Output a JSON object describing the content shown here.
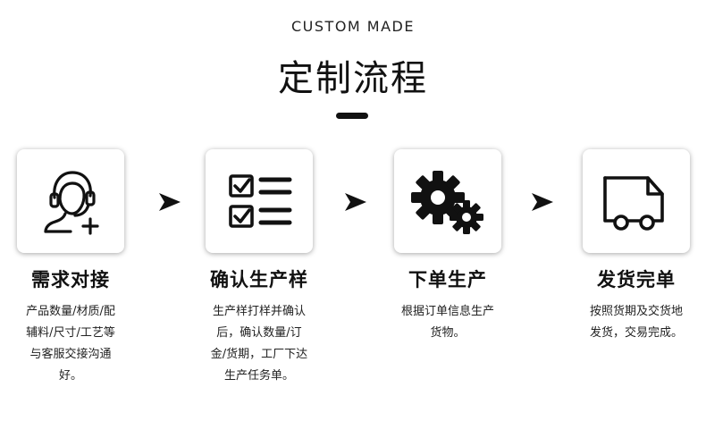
{
  "header": {
    "subtitle": "CUSTOM MADE",
    "title": "定制流程"
  },
  "steps": [
    {
      "icon": "headset-agent-icon",
      "title": "需求对接",
      "description": "产品数量/材质/配辅料/尺寸/工艺等与客服交接沟通好。"
    },
    {
      "icon": "checklist-icon",
      "title": "确认生产样",
      "description": "生产样打样并确认后，确认数量/订金/货期，工厂下达生产任务单。"
    },
    {
      "icon": "gears-icon",
      "title": "下单生产",
      "description": "根据订单信息生产货物。"
    },
    {
      "icon": "delivery-truck-icon",
      "title": "发货完单",
      "description": "按照货期及交货地发货，交易完成。"
    }
  ],
  "colors": {
    "ink": "#111111",
    "background": "#ffffff"
  }
}
